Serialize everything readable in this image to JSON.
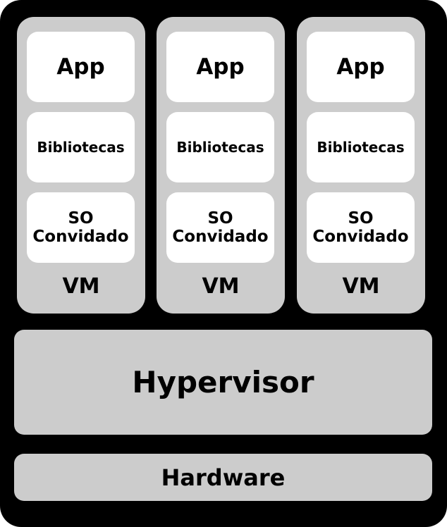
{
  "vms": [
    {
      "app": "App",
      "libraries": "Bibliotecas",
      "guest_os_line1": "SO",
      "guest_os_line2": "Convidado",
      "label": "VM"
    },
    {
      "app": "App",
      "libraries": "Bibliotecas",
      "guest_os_line1": "SO",
      "guest_os_line2": "Convidado",
      "label": "VM"
    },
    {
      "app": "App",
      "libraries": "Bibliotecas",
      "guest_os_line1": "SO",
      "guest_os_line2": "Convidado",
      "label": "VM"
    }
  ],
  "hypervisor": {
    "label": "Hypervisor"
  },
  "hardware": {
    "label": "Hardware"
  },
  "colors": {
    "frame": "#000000",
    "layer_fill": "#cccccc",
    "box_fill": "#ffffff",
    "text": "#000000"
  }
}
